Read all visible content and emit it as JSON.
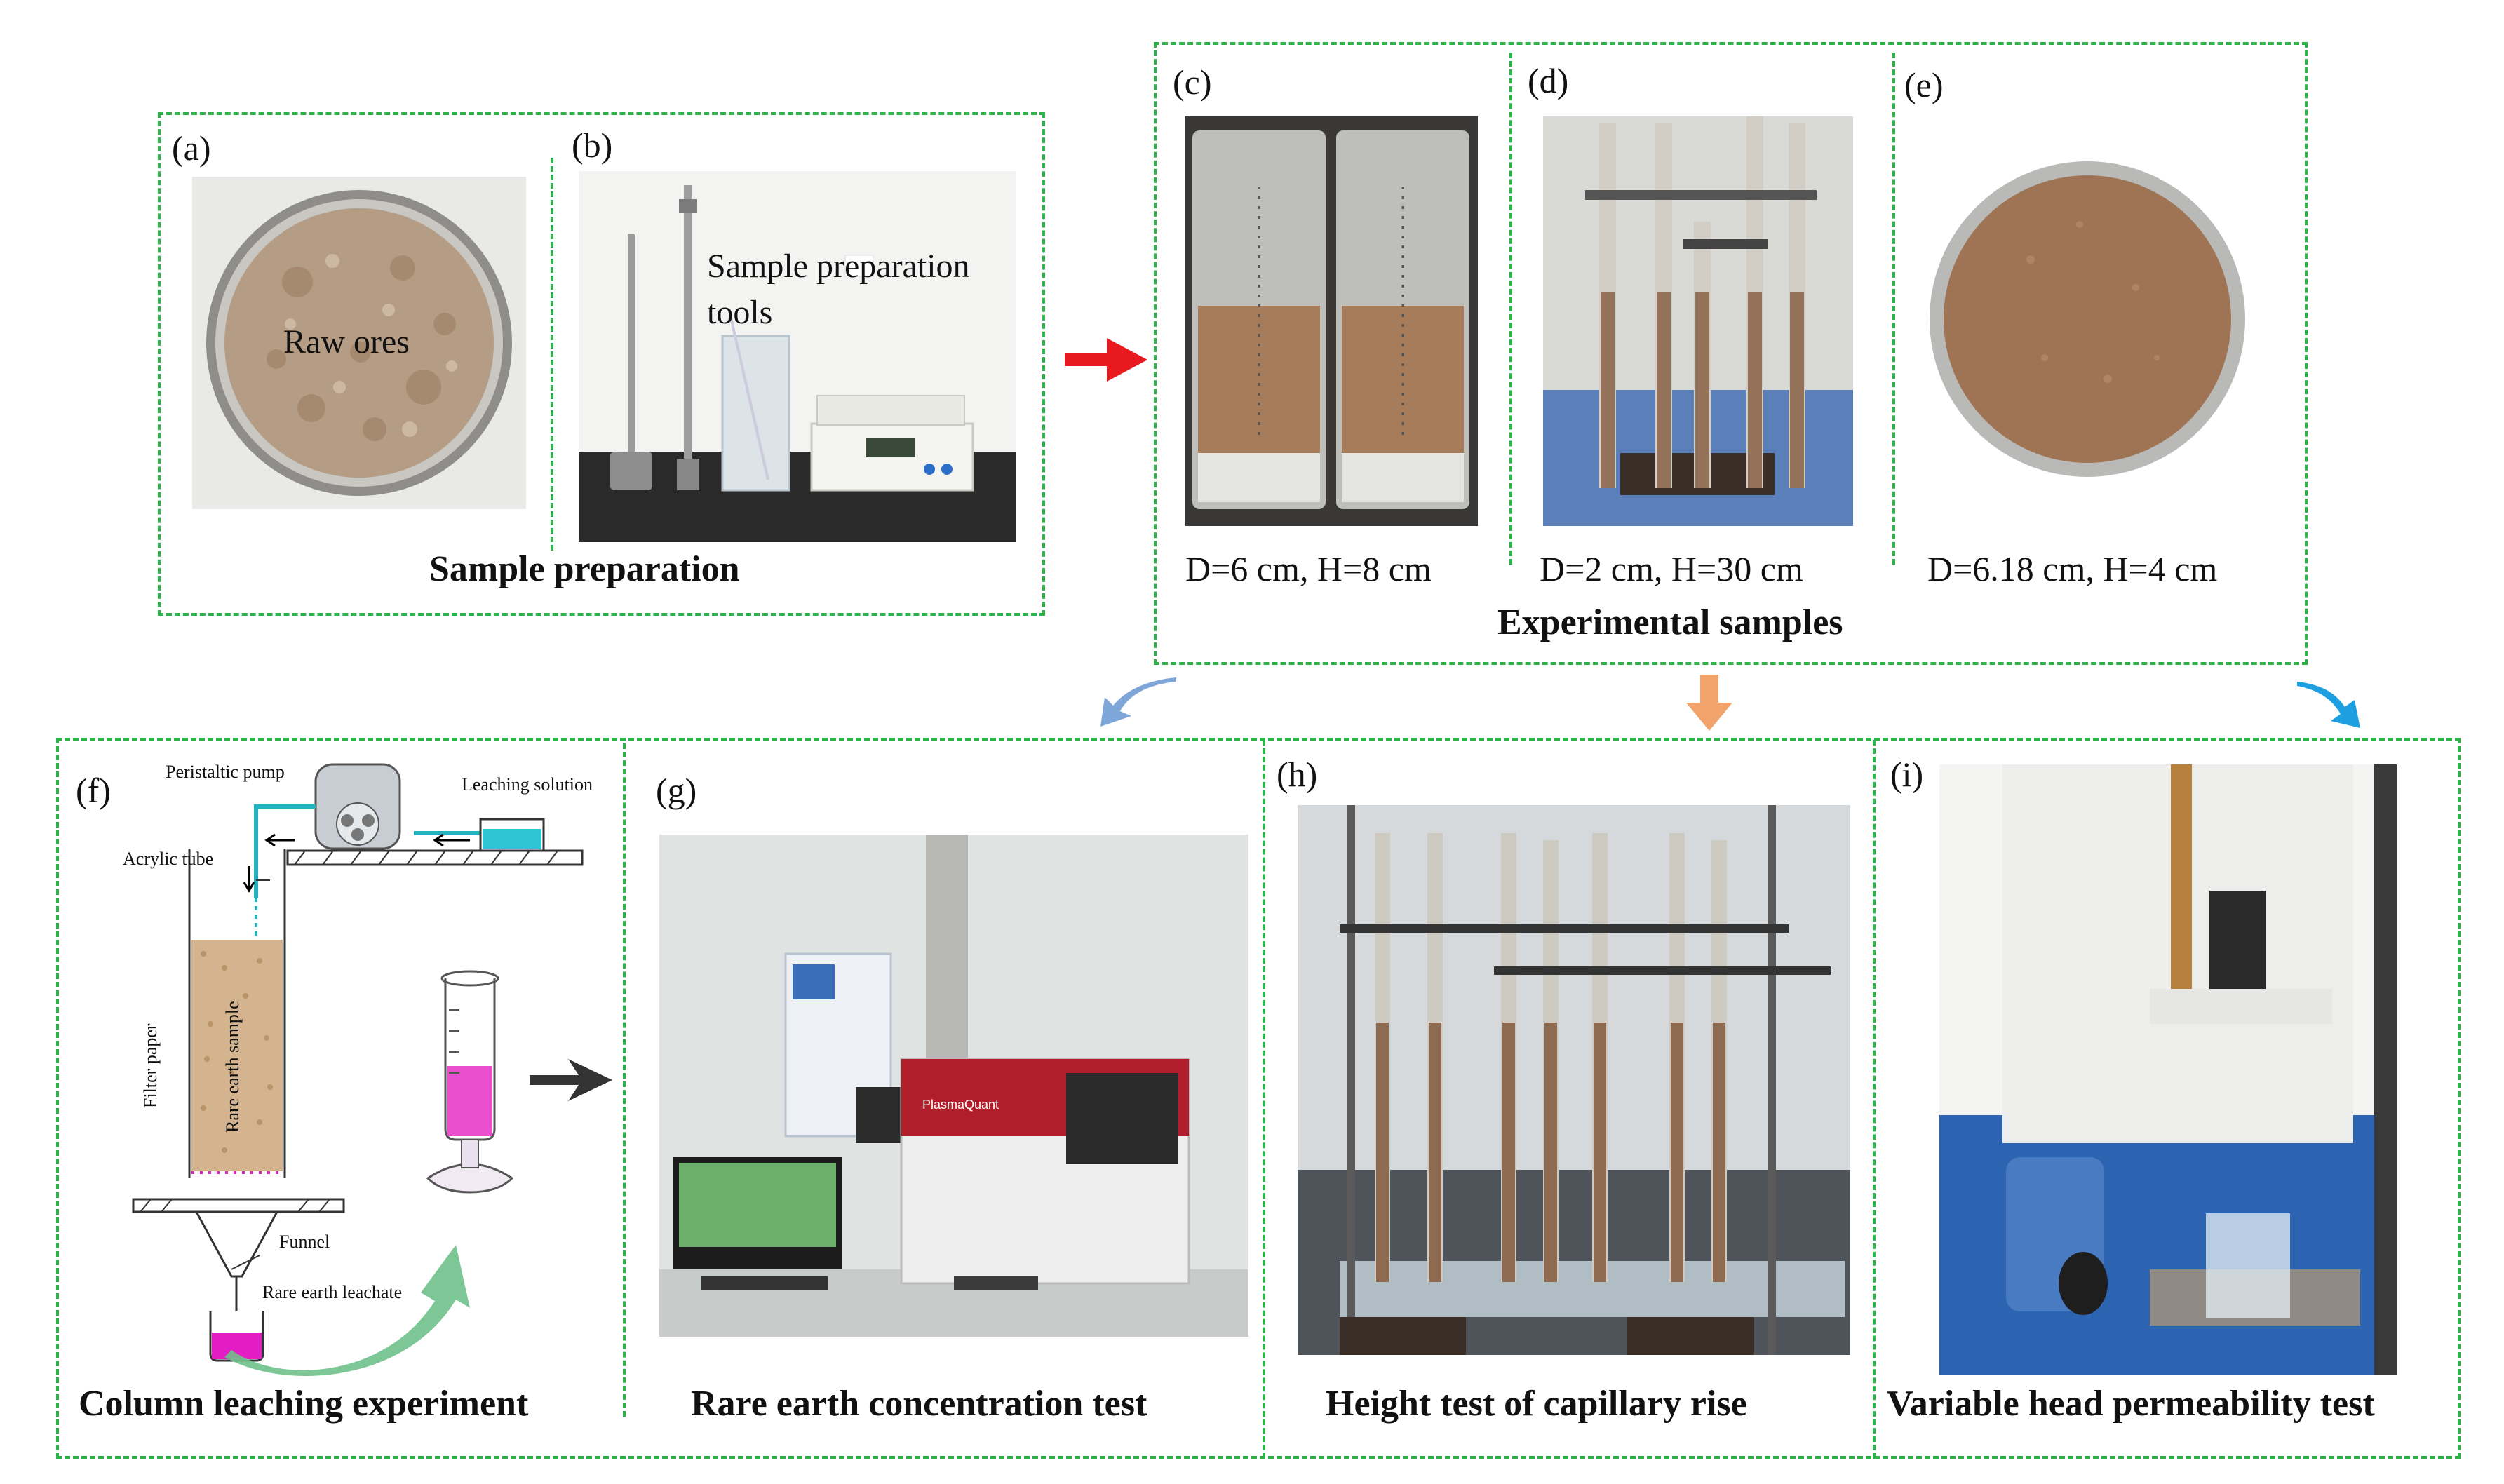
{
  "panels": {
    "a": {
      "label": "(a)",
      "text": "Raw ores"
    },
    "b": {
      "label": "(b)",
      "text_line1": "Sample preparation",
      "text_line2": "tools"
    },
    "c": {
      "label": "(c)",
      "caption": "D=6 cm, H=8 cm"
    },
    "d": {
      "label": "(d)",
      "caption": "D=2 cm, H=30 cm"
    },
    "e": {
      "label": "(e)",
      "caption": "D=6.18 cm, H=4 cm"
    },
    "f": {
      "label": "(f)",
      "caption": "Column leaching experiment",
      "schematic": {
        "pump": "Peristaltic pump",
        "solution": "Leaching solution",
        "tube": "Acrylic tube",
        "filter": "Filter paper",
        "sample": "Rare earth sample",
        "funnel": "Funnel",
        "leachate": "Rare earth leachate"
      }
    },
    "g": {
      "label": "(g)",
      "caption": "Rare earth concentration test",
      "instrument": "PlasmaQuant"
    },
    "h": {
      "label": "(h)",
      "caption": "Height test of capillary rise"
    },
    "i": {
      "label": "(i)",
      "caption": "Variable head permeability test"
    }
  },
  "groups": {
    "preparation": "Sample preparation",
    "samples": "Experimental samples"
  },
  "colors": {
    "dashed_border": "#2db34a",
    "arrow_red": "#e8191f",
    "arrow_blue_left": "#7ea6d9",
    "arrow_orange": "#f2a26b",
    "arrow_blue_right": "#1ea0e0",
    "arrow_green": "#6fc08a",
    "leachate_magenta": "#e31cc4"
  },
  "icons": [
    "red-arrow-icon",
    "curved-arrow-left-icon",
    "orange-arrow-icon",
    "curved-arrow-right-icon",
    "green-curved-arrow-icon",
    "dark-arrow-icon"
  ]
}
